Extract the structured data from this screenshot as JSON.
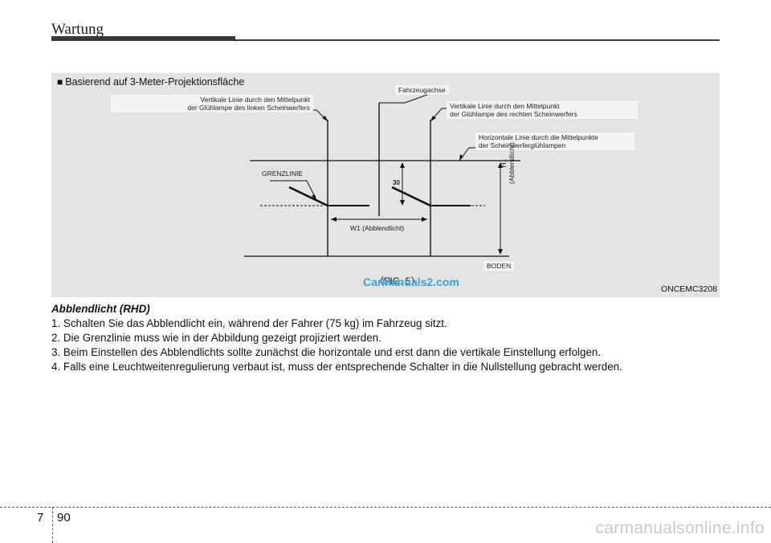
{
  "header": {
    "title": "Wartung"
  },
  "figure": {
    "heading": "Basierend auf 3-Meter-Projektionsfläche",
    "labels": {
      "vehicle_axis": "Fahrzeugachse",
      "left_vertical_line1": "Vertikale Linie durch den Mittelpunkt",
      "left_vertical_line2": "der Glühlampe des linken Scheinwerfers",
      "right_vertical_line1": "Vertikale Linie durch den Mittelpunkt",
      "right_vertical_line2": "der Glühlampe des rechten Scheinwerfers",
      "horizontal_line1": "Horizontale Linie durch die Mittelpunkte",
      "horizontal_line2": "der Scheinwerferglühlampen",
      "cutoff_line": "GRENZLINIE",
      "angle": "30",
      "w1": "W1 (Abblendlicht)",
      "h1_line1": "H1",
      "h1_line2": "(Abblendlicht)",
      "ground": "BODEN"
    },
    "caption": "〈FIG. 5〉",
    "watermark": "CarManuals2.com",
    "code": "ONCEMC3208"
  },
  "body": {
    "subheading": "Abblendlicht (RHD)",
    "steps": [
      "1. Schalten Sie das Abblendlicht ein, während der Fahrer (75 kg) im Fahrzeug sitzt.",
      "2. Die Grenzlinie muss wie in der Abbildung gezeigt projiziert werden.",
      "3. Beim Einstellen des Abblendlichts sollte zunächst die horizontale und erst dann die vertikale Einstellung erfolgen.",
      "4. Falls eine Leuchtweitenregulierung verbaut ist, muss der entsprechende Schalter in die Nullstellung gebracht werden."
    ]
  },
  "footer": {
    "chapter": "7",
    "page": "90",
    "brand": "carmanualsonline.info"
  }
}
